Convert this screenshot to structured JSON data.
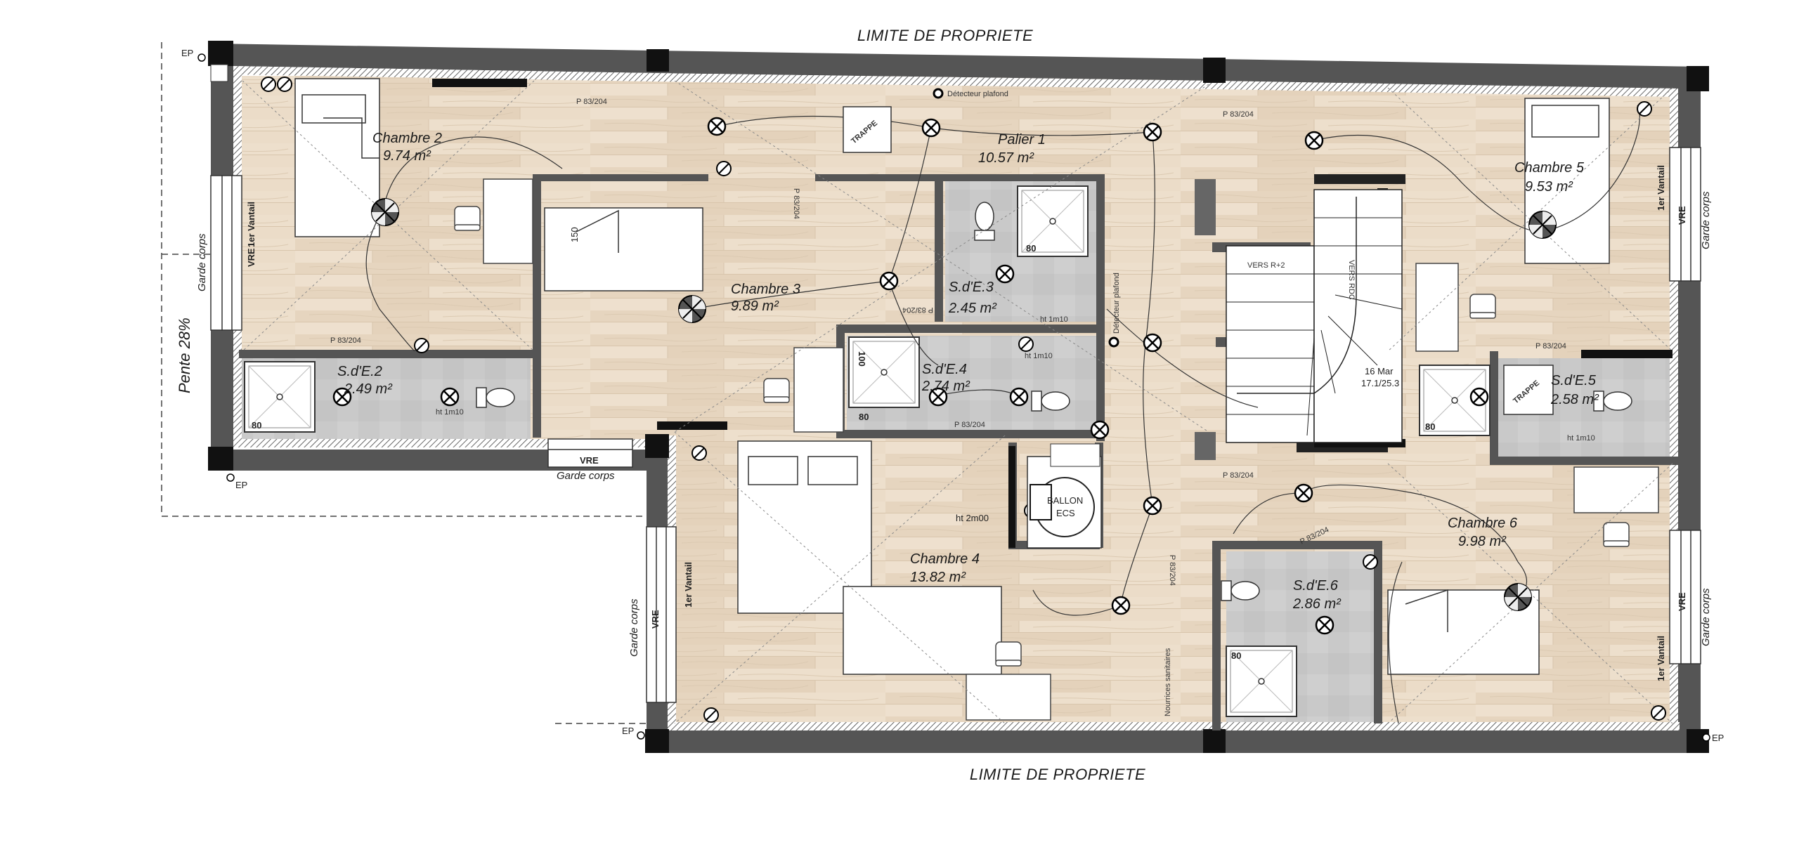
{
  "plan": {
    "property_limit_top": "LIMITE DE PROPRIETE",
    "property_limit_bottom": "LIMITE DE PROPRIETE",
    "slope": "Pente 28%",
    "rooms": {
      "chambre2": {
        "name": "Chambre 2",
        "area": "9.74 m²"
      },
      "palier1": {
        "name": "Palier 1",
        "area": "10.57 m²"
      },
      "chambre3": {
        "name": "Chambre 3",
        "area": "9.89 m²"
      },
      "sde3": {
        "name": "S.d'E.3",
        "area": "2.45 m²"
      },
      "sde4": {
        "name": "S.d'E.4",
        "area": "2.74 m²"
      },
      "sde2": {
        "name": "S.d'E.2",
        "area": "2.49 m²"
      },
      "chambre5": {
        "name": "Chambre 5",
        "area": "9.53 m²"
      },
      "sde5": {
        "name": "S.d'E.5",
        "area": "2.58 m²"
      },
      "chambre4": {
        "name": "Chambre 4",
        "area": "13.82 m²"
      },
      "chambre6": {
        "name": "Chambre 6",
        "area": "9.98 m²"
      },
      "sde6": {
        "name": "S.d'E.6",
        "area": "2.86 m²"
      }
    },
    "labels": {
      "ep": "EP",
      "garde_corps": "Garde corps",
      "vre": "VRE",
      "vantail": "1er Vantail",
      "p83": "P 83/204",
      "detecteur": "Détecteur plafond",
      "trappe": "TRAPPE",
      "ht1m10": "ht 1m10",
      "ht2m00": "ht 2m00",
      "ballon": "BALLON",
      "ecs": "ECS",
      "vers_r2": "VERS R+2",
      "vers_rdc": "VERS RDC",
      "stairs_count": "16 Mar",
      "stairs_dim": "17.1/25.3",
      "nourrices": "Nourrices sanitaires",
      "d80": "80",
      "d100": "100",
      "d150": "150"
    }
  }
}
